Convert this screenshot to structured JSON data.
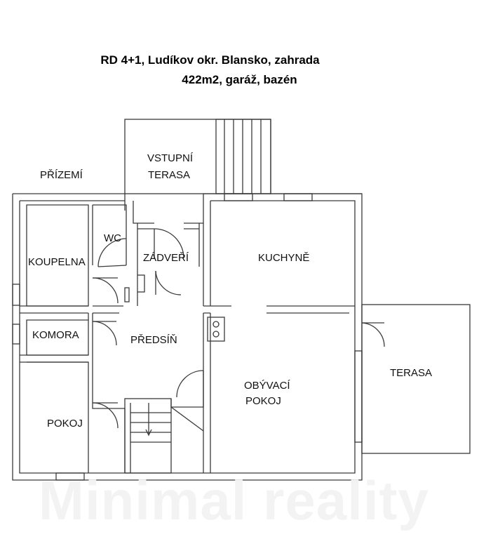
{
  "title": {
    "line1": "RD 4+1, Ludíkov okr. Blansko, zahrada",
    "line2": "422m2, garáž, bazén"
  },
  "floor_label": "PŘÍZEMÍ",
  "rooms": {
    "vstupni_terasa_1": "VSTUPNÍ",
    "vstupni_terasa_2": "TERASA",
    "wc": "WC",
    "zadveri": "ZÁDVEŘÍ",
    "kuchyne": "KUCHYNĚ",
    "koupelna": "KOUPELNA",
    "komora": "KOMORA",
    "predsin": "PŘEDSÍŇ",
    "terasa": "TERASA",
    "obyvaci_pokoj_1": "OBÝVACÍ",
    "obyvaci_pokoj_2": "POKOJ",
    "pokoj": "POKOJ"
  },
  "watermark": "Minimal reality",
  "colors": {
    "wall": "#3a3a3a",
    "line": "#555555",
    "text": "#111111"
  }
}
